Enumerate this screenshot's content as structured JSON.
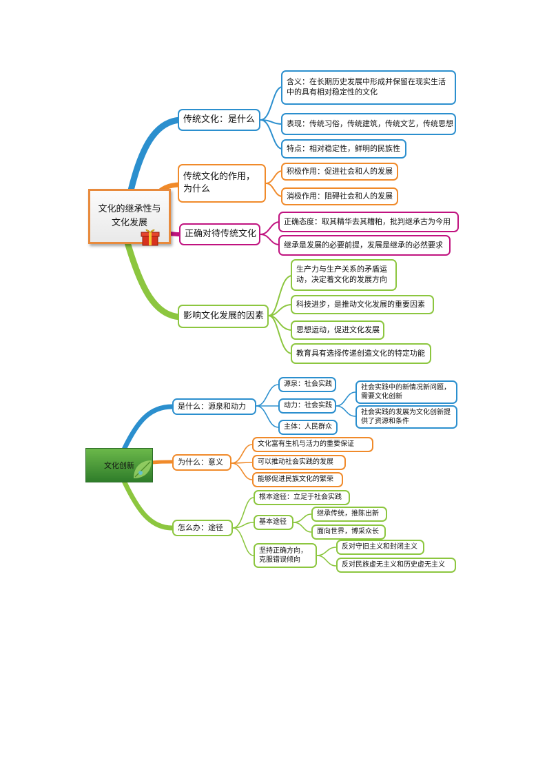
{
  "map1": {
    "root": "文化的继承性与文化发展",
    "b1": {
      "label": "传统文化：是什么",
      "c1": "含义：在长期历史发展中形成并保留在现实生活中的具有相对稳定性的文化",
      "c2": "表现：传统习俗，传统建筑，传统文艺，传统思想",
      "c3": "特点：相对稳定性，鲜明的民族性"
    },
    "b2": {
      "label": "传统文化的作用，为什么",
      "c1": "积极作用：促进社会和人的发展",
      "c2": "消极作用：阻碍社会和人的发展"
    },
    "b3": {
      "label": "正确对待传统文化",
      "c1": "正确态度：取其精华去其糟粕，批判继承古为今用",
      "c2": "继承是发展的必要前提，发展是继承的必然要求"
    },
    "b4": {
      "label": "影响文化发展的因素",
      "c1": "生产力与生产关系的矛盾运动，决定着文化的发展方向",
      "c2": "科技进步，是推动文化发展的重要因素",
      "c3": "思想运动，促进文化发展",
      "c4": "教育具有选择传递创造文化的特定功能"
    }
  },
  "map2": {
    "root": "文化创新",
    "b1": {
      "label": "是什么：源泉和动力",
      "c1": "源泉：社会实践",
      "c2": "动力：社会实践",
      "c2a": "社会实践中的新情况新问题，需要文化创新",
      "c2b": "社会实践的发展为文化创新提供了资源和条件",
      "c3": "主体：人民群众"
    },
    "b2": {
      "label": "为什么：意义",
      "c1": "文化富有生机与活力的重要保证",
      "c2": "可以推动社会实践的发展",
      "c3": "能够促进民族文化的繁荣"
    },
    "b3": {
      "label": "怎么办：途径",
      "c1": "根本途径：立足于社会实践",
      "c2": "基本途径",
      "c2a": "继承传统，推陈出新",
      "c2b": "面向世界，博采众长",
      "c3": "坚持正确方向，克服错误倾向",
      "c3a": "反对守旧主义和封闭主义",
      "c3b": "反对民族虚无主义和历史虚无主义"
    }
  },
  "colors": {
    "blue": "#2b8fce",
    "orange": "#f08a2a",
    "magenta": "#c0127f",
    "green": "#8cc63f"
  }
}
